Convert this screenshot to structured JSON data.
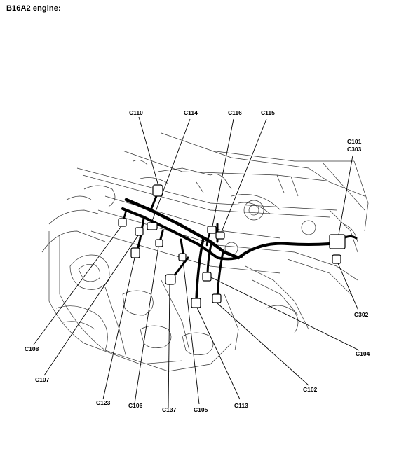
{
  "title": "B16A2 engine:",
  "connectors": [
    {
      "id": "c110",
      "text": "C110"
    },
    {
      "id": "c114",
      "text": "C114"
    },
    {
      "id": "c116",
      "text": "C116"
    },
    {
      "id": "c115",
      "text": "C115"
    },
    {
      "id": "c101",
      "text": "C101"
    },
    {
      "id": "c303",
      "text": "C303"
    },
    {
      "id": "c302",
      "text": "C302"
    },
    {
      "id": "c104",
      "text": "C104"
    },
    {
      "id": "c102",
      "text": "C102"
    },
    {
      "id": "c113",
      "text": "C113"
    },
    {
      "id": "c105",
      "text": "C105"
    },
    {
      "id": "c137",
      "text": "C137"
    },
    {
      "id": "c106",
      "text": "C106"
    },
    {
      "id": "c123",
      "text": "C123"
    },
    {
      "id": "c107",
      "text": "C107"
    },
    {
      "id": "c108",
      "text": "C108"
    }
  ]
}
